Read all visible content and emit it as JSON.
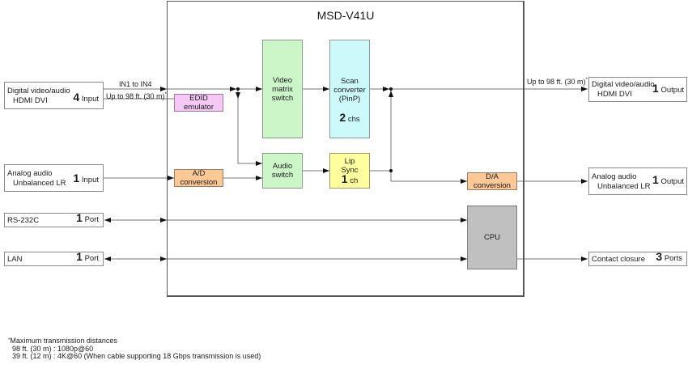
{
  "device": {
    "name": "MSD-V41U"
  },
  "inputs": [
    {
      "id": "digital-in",
      "lines": [
        "Digital video/audio",
        "HDMI  DVI"
      ],
      "count": "4",
      "unit": "Input"
    },
    {
      "id": "analog-in",
      "lines": [
        "Analog audio",
        "Unbalanced LR"
      ],
      "count": "1",
      "unit": "Input"
    },
    {
      "id": "rs232c",
      "lines": [
        "RS-232C"
      ],
      "count": "1",
      "unit": "Port"
    },
    {
      "id": "lan",
      "lines": [
        "LAN"
      ],
      "count": "1",
      "unit": "Port"
    }
  ],
  "outputs": [
    {
      "id": "digital-out",
      "lines": [
        "Digital video/audio",
        "HDMI  DVI"
      ],
      "count": "1",
      "unit": "Output"
    },
    {
      "id": "analog-out",
      "lines": [
        "Analog audio",
        "Unbalanced LR"
      ],
      "count": "1",
      "unit": "Output"
    },
    {
      "id": "contact",
      "lines": [
        "Contact closure"
      ],
      "count": "3",
      "unit": "Ports"
    }
  ],
  "blocks": {
    "edid": [
      "EDID",
      "emulator"
    ],
    "ad": [
      "A/D",
      "conversion"
    ],
    "video_matrix": [
      "Video",
      "matrix",
      "switch"
    ],
    "audio_switch": [
      "Audio",
      "switch"
    ],
    "scan_converter": {
      "lines": [
        "Scan",
        "converter",
        "(PinP)"
      ],
      "count": "2",
      "unit": "chs"
    },
    "lip_sync": {
      "lines": [
        "Lip",
        "Sync"
      ],
      "count": "1",
      "unit": "ch"
    },
    "da": [
      "D/A",
      "conversion"
    ],
    "cpu": "CPU"
  },
  "labels": {
    "in_range": "IN1 to IN4",
    "in_distance": "Up to 98 ft. (30 m)",
    "out_distance": "Up to 98 ft. (30 m)",
    "asterisk": "*"
  },
  "footnote": {
    "marker": "*",
    "title": "Maximum transmission distances",
    "lines": [
      "  98 ft. (30 m) : 1080p@60",
      "  39 ft. (12 m) : 4K@60 (When cable supporting 18 Gbps transmission is used)"
    ]
  },
  "colors": {
    "green": "#ccf5c8",
    "cyan": "#ccfafa",
    "pink": "#f6c8f6",
    "orange": "#fbc896",
    "yellow": "#ffff9e",
    "gray": "#c0c0c0"
  }
}
